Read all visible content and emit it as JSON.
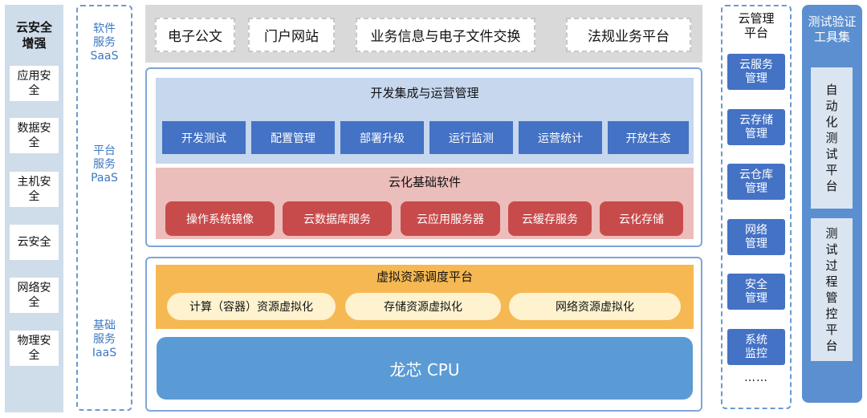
{
  "security": {
    "title": "云安全\n增强",
    "items": [
      "应用安\n全",
      "数据安\n全",
      "主机安\n全",
      "云安全",
      "网络安\n全",
      "物理安\n全"
    ]
  },
  "layers": {
    "saas": "软件\n服务\nSaaS",
    "paas": "平台\n服务\nPaaS",
    "iaas": "基础\n服务\nIaaS"
  },
  "saas_apps": [
    "电子公文",
    "门户网站",
    "业务信息与电子文件交换",
    "法规业务平台"
  ],
  "paas": {
    "dev_title": "开发集成与运营管理",
    "dev_items": [
      "开发测试",
      "配置管理",
      "部署升级",
      "运行监测",
      "运营统计",
      "开放生态"
    ],
    "cloud_title": "云化基础软件",
    "cloud_items": [
      "操作系统镜像",
      "云数据库服务",
      "云应用服务器",
      "云缓存服务",
      "云化存储"
    ]
  },
  "iaas": {
    "virt_title": "虚拟资源调度平台",
    "virt_items": [
      "计算（容器）资源虚拟化",
      "存储资源虚拟化",
      "网络资源虚拟化"
    ],
    "cpu": "龙芯 CPU"
  },
  "management": {
    "title": "云管理\n平台",
    "items": [
      "云服务\n管理",
      "云存储\n管理",
      "云仓库\n管理",
      "网络\n管理",
      "安全\n管理",
      "系统\n监控"
    ],
    "more": "……"
  },
  "testing": {
    "title": "测试验证\n工具集",
    "panels": [
      "自\n动\n化\n测\n试\n平\n台",
      "测\n试\n过\n程\n管\n控\n平\n台"
    ]
  },
  "colors": {
    "blue_button": "#4472c4",
    "red_button": "#c84b4b",
    "orange_band": "#f6b853",
    "cpu_blue": "#5b9bd5",
    "label_blue": "#3d78c2"
  }
}
